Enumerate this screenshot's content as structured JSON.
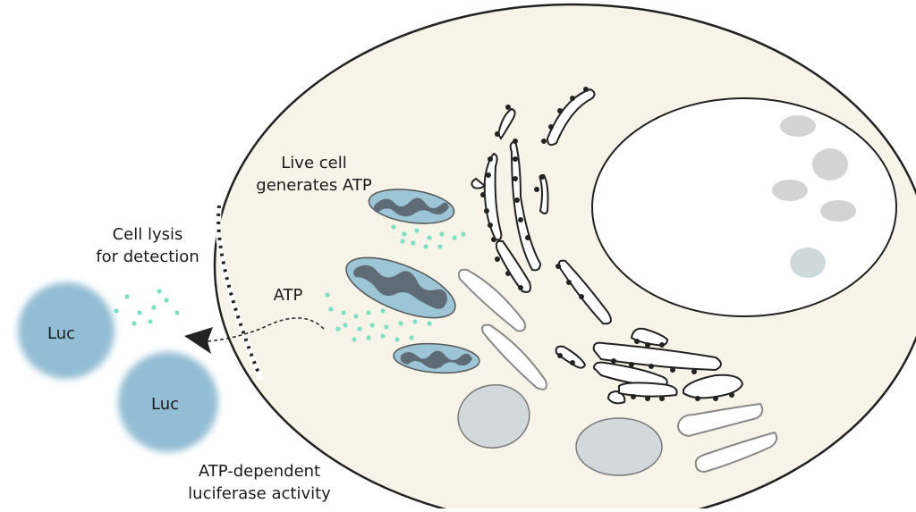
{
  "labels": {
    "live_cell_line1": "Live cell",
    "live_cell_line2": "generates ATP",
    "lysis_line1": "Cell lysis",
    "lysis_line2": "for detection",
    "atp": "ATP",
    "activity_line1": "ATP-dependent",
    "activity_line2": "luciferase activity",
    "luc_1": "Luc",
    "luc_2": "Luc"
  },
  "colors": {
    "cytoplasm": "#f6f3e8",
    "outline": "#222222",
    "mitochondrion_fill": "#9cc5d6",
    "mitochondrion_cristae": "#5f6b76",
    "atp_dots": "#7fe0c4",
    "luciferase": "#7fb2cc",
    "vesicle_fill": "#d3d9db",
    "nucleolus": "#d3d3d3"
  }
}
